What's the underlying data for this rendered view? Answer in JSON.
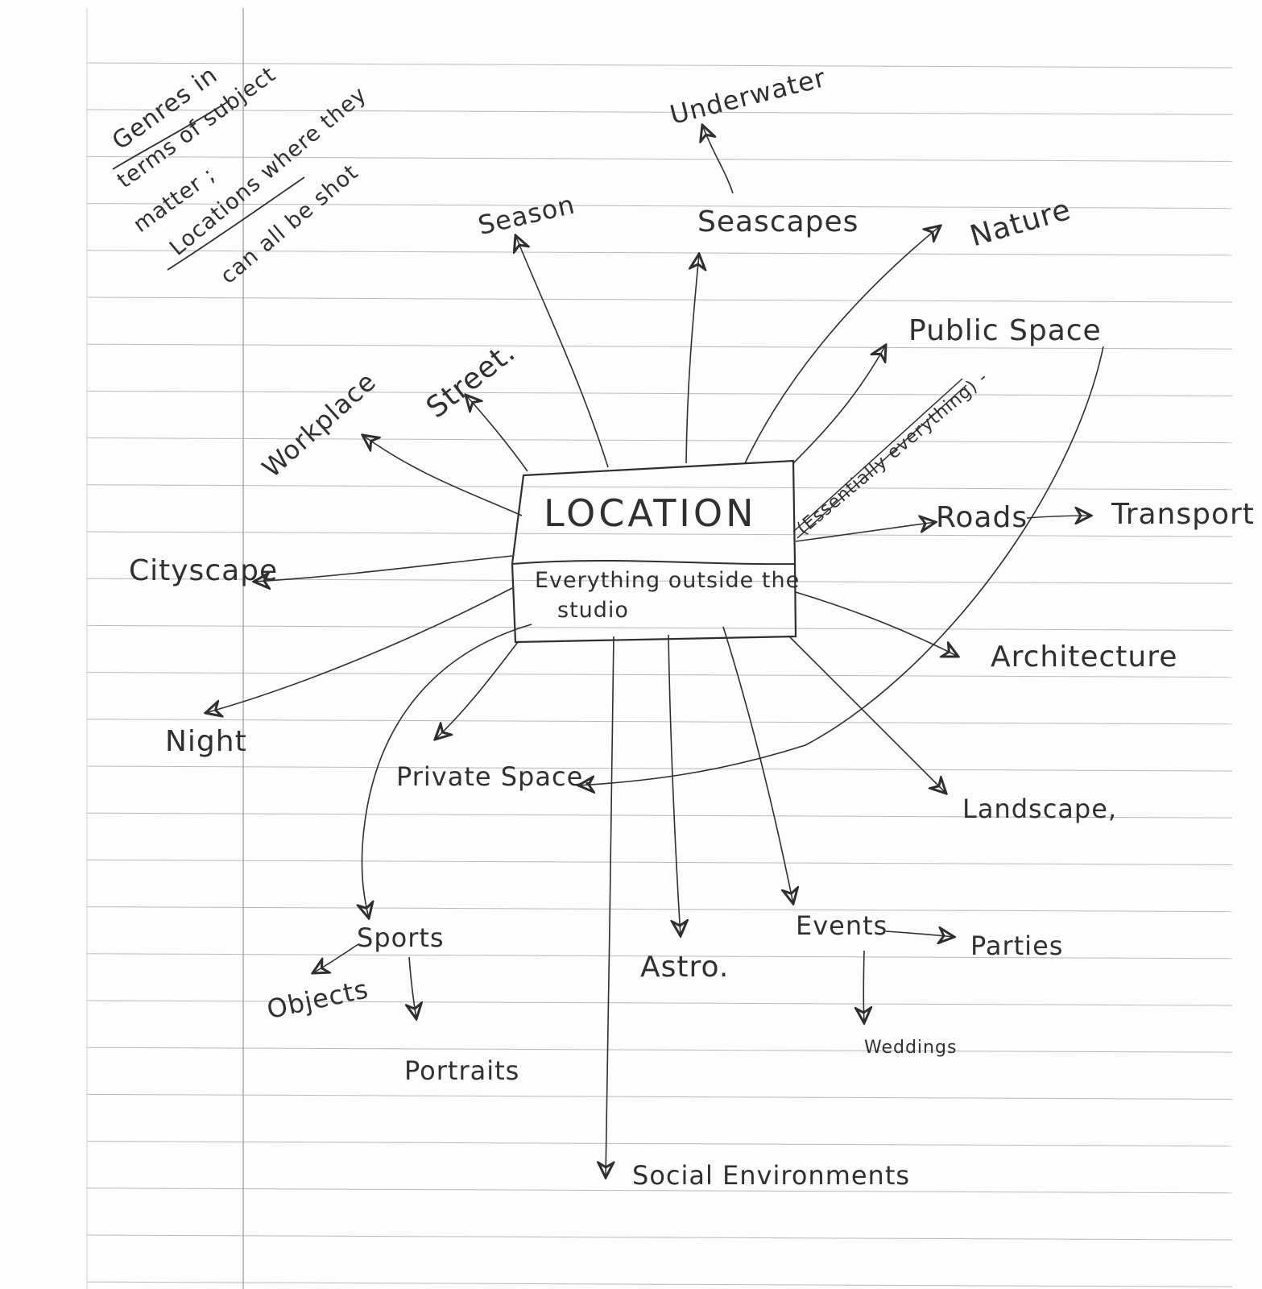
{
  "center": {
    "title": "LOCATION",
    "aside": "(Essentially everything) -",
    "subtitle_line1": "Everything outside the",
    "subtitle_line2": "studio"
  },
  "note": {
    "line1": "Genres in",
    "line2": "terms of subject",
    "line3": "matter ;",
    "line4": "Locations where they",
    "line5": "can all be shot"
  },
  "nodes": {
    "underwater": "Underwater",
    "season": "Season",
    "seascapes": "Seascapes",
    "nature": "Nature",
    "public_space": "Public Space",
    "street": "Street.",
    "workplace": "Workplace",
    "cityscape": "Cityscape",
    "roads": "Roads",
    "transport": "Transport",
    "architecture": "Architecture",
    "night": "Night",
    "private_space": "Private Space.",
    "landscape": "Landscape,",
    "sports": "Sports",
    "objects": "Objects",
    "portraits": "Portraits",
    "astro": "Astro.",
    "events": "Events",
    "parties": "Parties",
    "weddings": "Weddings",
    "social_environments": "Social Environments"
  },
  "colors": {
    "ink": "#2e2e2e",
    "rule": "#a9bfc9",
    "margin": "#9a9a9a"
  }
}
